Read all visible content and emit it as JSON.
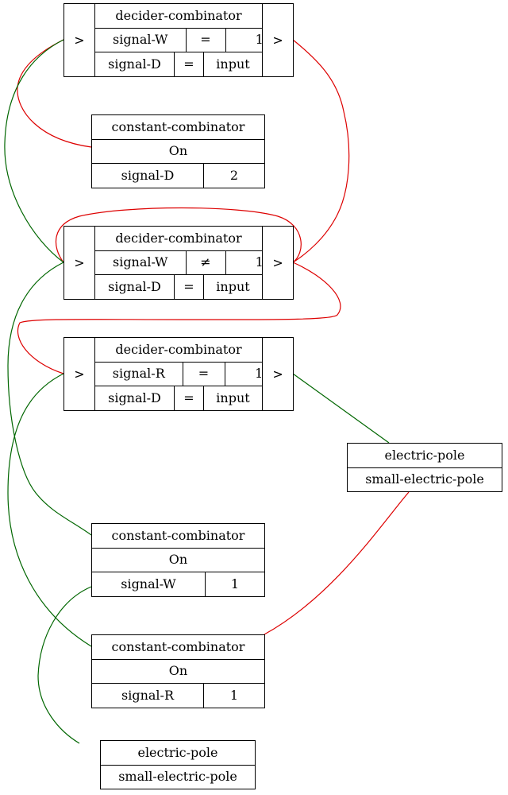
{
  "wire_colors": {
    "red": "#dd0000",
    "green": "#006600"
  },
  "decider1": {
    "title": "decider-combinator",
    "input_port": ">",
    "output_port": ">",
    "cond_signal": "signal-W",
    "cond_op": "=",
    "cond_value": "1",
    "out_signal": "signal-D",
    "out_op": "=",
    "out_mode": "input"
  },
  "constant1": {
    "title": "constant-combinator",
    "state": "On",
    "signal": "signal-D",
    "value": "2"
  },
  "decider2": {
    "title": "decider-combinator",
    "input_port": ">",
    "output_port": ">",
    "cond_signal": "signal-W",
    "cond_op": "≠",
    "cond_value": "1",
    "out_signal": "signal-D",
    "out_op": "=",
    "out_mode": "input"
  },
  "decider3": {
    "title": "decider-combinator",
    "input_port": ">",
    "output_port": ">",
    "cond_signal": "signal-R",
    "cond_op": "=",
    "cond_value": "1",
    "out_signal": "signal-D",
    "out_op": "=",
    "out_mode": "input"
  },
  "pole1": {
    "title": "electric-pole",
    "type": "small-electric-pole"
  },
  "constant2": {
    "title": "constant-combinator",
    "state": "On",
    "signal": "signal-W",
    "value": "1"
  },
  "constant3": {
    "title": "constant-combinator",
    "state": "On",
    "signal": "signal-R",
    "value": "1"
  },
  "pole2": {
    "title": "electric-pole",
    "type": "small-electric-pole"
  }
}
